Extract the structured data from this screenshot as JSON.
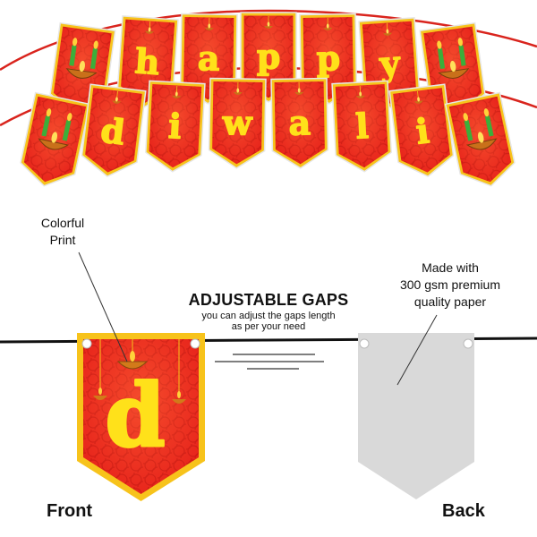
{
  "banner": {
    "row1_letters": [
      "",
      "h",
      "a",
      "p",
      "p",
      "y",
      ""
    ],
    "row2_letters": [
      "",
      "d",
      "i",
      "w",
      "a",
      "l",
      "i",
      ""
    ],
    "flag_color": "#e8261c",
    "border_color": "#f7c31b",
    "letter_color": "#ffe11a",
    "string_color": "#d9241d"
  },
  "callouts": {
    "colorful_print": "Colorful\nPrint",
    "paper_quality": "Made with\n300 gsm premium\nquality paper"
  },
  "gaps": {
    "title": "ADJUSTABLE GAPS",
    "subtitle": "you can adjust the gaps length\nas per your need"
  },
  "front": {
    "label": "Front",
    "letter": "d"
  },
  "back": {
    "label": "Back",
    "color": "#d9d9d9"
  }
}
